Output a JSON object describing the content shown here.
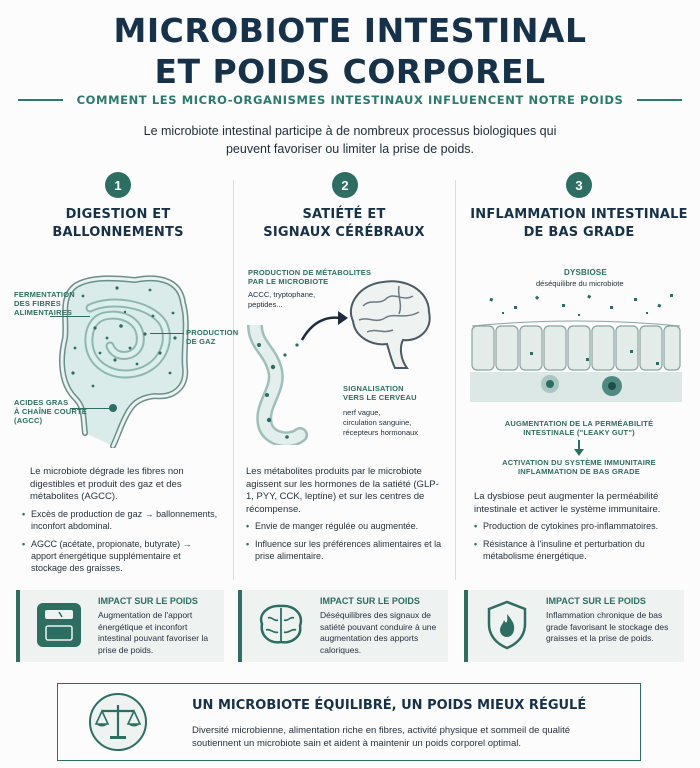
{
  "header": {
    "title_line1": "MICROBIOTE INTESTINAL",
    "title_line2": "ET POIDS CORPOREL",
    "subtitle": "COMMENT LES MICRO-ORGANISMES INTESTINAUX INFLUENCENT NOTRE POIDS",
    "intro": "Le microbiote intestinal participe à de nombreux processus biologiques qui peuvent favoriser ou limiter la prise de poids."
  },
  "columns": [
    {
      "number": "1",
      "title_line1": "DIGESTION ET",
      "title_line2": "BALLONNEMENTS",
      "labels": {
        "fermentation_1": "FERMENTATION",
        "fermentation_2": "DES FIBRES",
        "fermentation_3": "ALIMENTAIRES",
        "gaz_1": "PRODUCTION",
        "gaz_2": "DE GAZ",
        "acides_1": "ACIDES GRAS",
        "acides_2": "À CHAÎNE COURTE",
        "acides_3": "(AGCC)"
      },
      "description": "Le microbiote dégrade les fibres non digestibles et produit des gaz et des métabolites (AGCC).",
      "bullets": [
        "Excès de production de gaz → ballonnements, inconfort abdominal.",
        "AGCC (acétate, propionate, butyrate) → apport énergétique supplémentaire et stockage des graisses."
      ],
      "impact_title": "IMPACT SUR LE POIDS",
      "impact_text": "Augmentation de l'apport énergétique et inconfort intestinal pouvant favoriser la prise de poids.",
      "icon": "scale-icon"
    },
    {
      "number": "2",
      "title_line1": "SATIÉTÉ ET",
      "title_line2": "SIGNAUX CÉRÉBRAUX",
      "labels": {
        "metab_1": "PRODUCTION DE MÉTABOLITES",
        "metab_2": "PAR LE MICROBIOTE",
        "metab_sub_1": "ACCC, tryptophane,",
        "metab_sub_2": "peptides...",
        "signal_1": "SIGNALISATION",
        "signal_2": "VERS LE CERVEAU",
        "signal_sub_1": "nerf vague,",
        "signal_sub_2": "circulation sanguine,",
        "signal_sub_3": "récepteurs hormonaux"
      },
      "description": "Les métabolites produits par le microbiote agissent sur les hormones de la satiété (GLP-1, PYY, CCK, leptine) et sur les centres de récompense.",
      "bullets": [
        "Envie de manger régulée ou augmentée.",
        "Influence sur les préférences alimentaires et la prise alimentaire."
      ],
      "impact_title": "IMPACT SUR LE POIDS",
      "impact_text": "Déséquilibres des signaux de satiété pouvant conduire à une augmentation des apports caloriques.",
      "icon": "brain-icon"
    },
    {
      "number": "3",
      "title_line1": "INFLAMMATION INTESTINALE",
      "title_line2": "DE BAS GRADE",
      "labels": {
        "dysbiose": "DYSBIOSE",
        "dysbiose_sub": "déséquilibre du microbiote",
        "perm_1": "AUGMENTATION DE LA PERMÉABILITÉ",
        "perm_2": "INTESTINALE (\"LEAKY GUT\")",
        "immun_1": "ACTIVATION DU SYSTÈME IMMUNITAIRE",
        "immun_2": "INFLAMMATION DE BAS GRADE"
      },
      "description": "La dysbiose peut augmenter la perméabilité intestinale et activer le système immunitaire.",
      "bullets": [
        "Production de cytokines pro-inflammatoires.",
        "Résistance à l'insuline et perturbation du métabolisme énergétique."
      ],
      "impact_title": "IMPACT SUR LE POIDS",
      "impact_text": "Inflammation chronique de bas grade favorisant le stockage des graisses et la prise de poids.",
      "icon": "shield-flame-icon"
    }
  ],
  "footer": {
    "title": "UN MICROBIOTE ÉQUILIBRÉ, UN POIDS MIEUX RÉGULÉ",
    "text": "Diversité microbienne, alimentation riche en fibres, activité physique et sommeil de qualité soutiennent un microbiote sain et aident à maintenir un poids corporel optimal.",
    "icon": "balance-icon"
  },
  "colors": {
    "navy": "#16324a",
    "teal": "#2c6e62",
    "panel": "#eef2f1"
  }
}
